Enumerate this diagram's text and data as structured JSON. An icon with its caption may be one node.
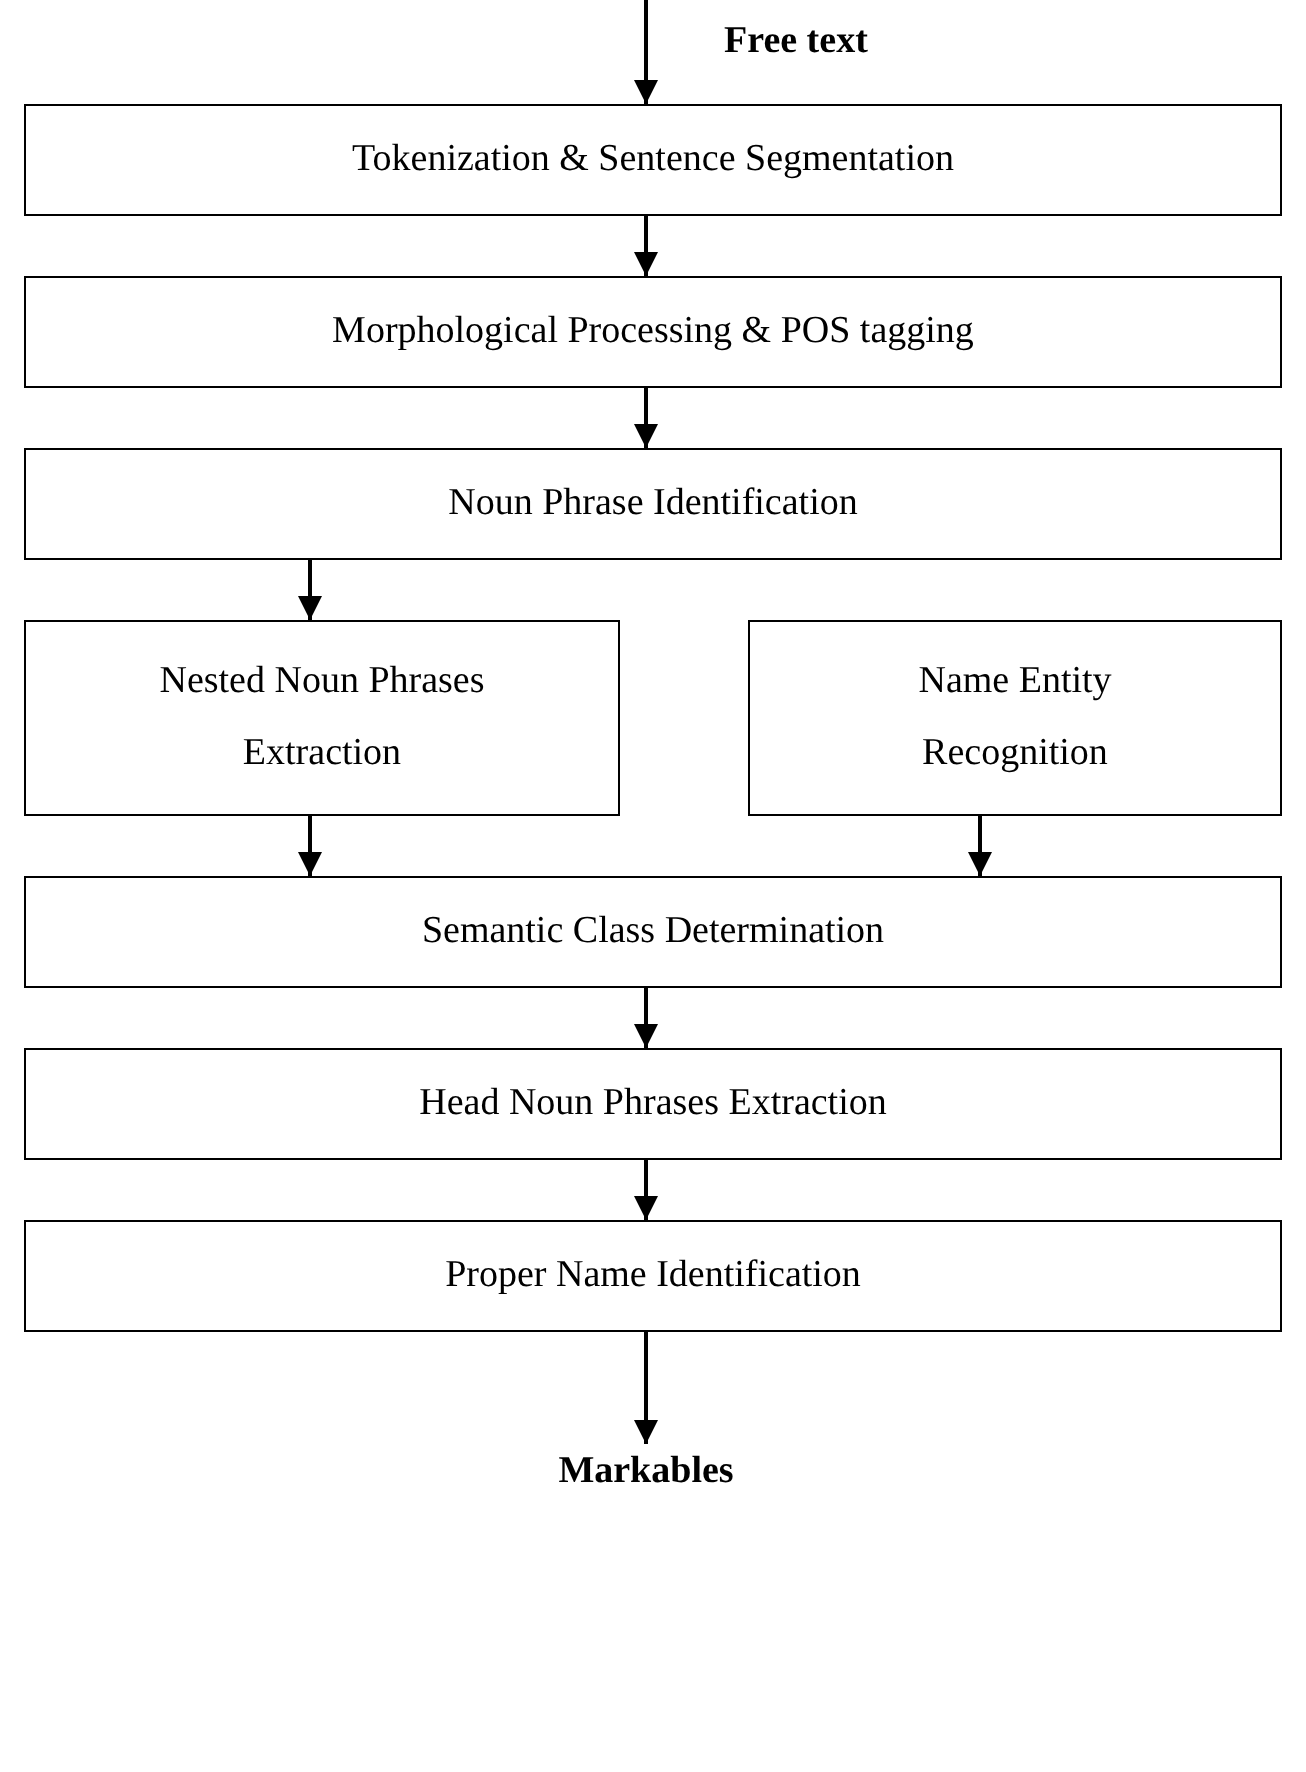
{
  "diagram": {
    "nodes": [
      {
        "text": [
          "Tokenization & Sentence Segmentation"
        ]
      },
      {
        "text": [
          "Morphological Processing & POS tagging"
        ]
      },
      {
        "text": [
          "Noun Phrase Identification"
        ]
      },
      {
        "text": [
          "Nested Noun Phrases Extraction"
        ]
      },
      {
        "text": [
          "Name Entity Recognition"
        ]
      },
      {
        "text": [
          "Semantic Class Determination"
        ]
      },
      {
        "text": [
          "Head Noun Phrases Extraction"
        ]
      },
      {
        "text": [
          "Proper Name Identification"
        ]
      },
      {
        "text": [
          "Markables"
        ]
      }
    ],
    "edges": [
      {
        "from": null,
        "to": 0,
        "arrow": "to"
      },
      {
        "from": 0,
        "to": 1,
        "arrow": "to"
      },
      {
        "from": 1,
        "to": 2,
        "arrow": "to"
      },
      {
        "from": 2,
        "to": 3,
        "arrow": "to"
      },
      {
        "from": 3,
        "to": 5,
        "arrow": "to"
      },
      {
        "from": 4,
        "to": 5,
        "arrow": "to"
      },
      {
        "from": 5,
        "to": 6,
        "arrow": "to"
      },
      {
        "from": 6,
        "to": 7,
        "arrow": "to"
      },
      {
        "from": 7,
        "to": 8,
        "arrow": "to"
      }
    ],
    "labels": [
      "Free text"
    ]
  }
}
